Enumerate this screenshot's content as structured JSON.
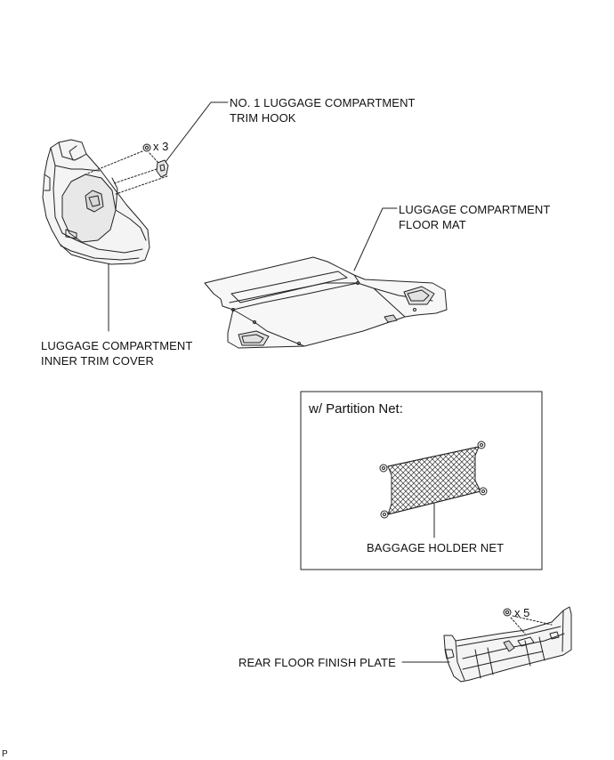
{
  "labels": {
    "trim_hook": "NO. 1 LUGGAGE COMPARTMENT\nTRIM HOOK",
    "floor_mat": "LUGGAGE COMPARTMENT\nFLOOR MAT",
    "inner_trim_cover": "LUGGAGE COMPARTMENT\nINNER TRIM COVER",
    "baggage_net": "BAGGAGE HOLDER NET",
    "rear_plate": "REAR FLOOR FINISH PLATE"
  },
  "quantities": {
    "clips_trim_cover": "x 3",
    "clips_rear_plate": "x 5"
  },
  "inset": {
    "title": "w/ Partition Net:"
  },
  "corner_code": "P"
}
